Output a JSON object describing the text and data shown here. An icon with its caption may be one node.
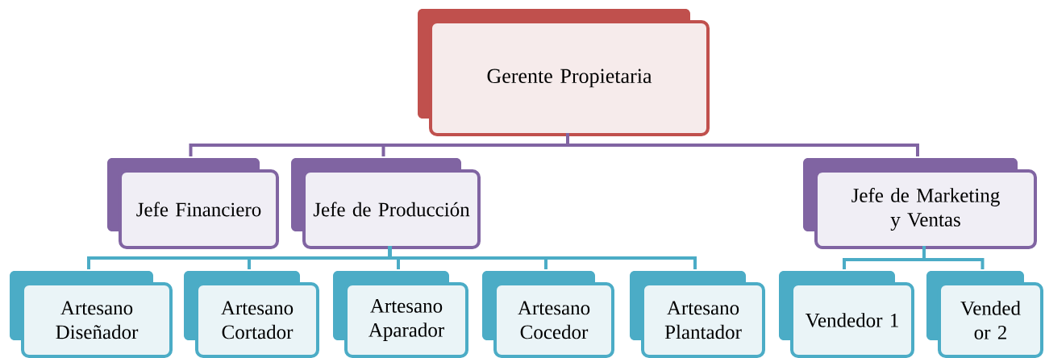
{
  "diagram": {
    "nodes": [
      {
        "text": [
          "Gerente Propietaria"
        ]
      },
      {
        "text": [
          "Jefe Financiero"
        ]
      },
      {
        "text": [
          "Jefe de Producción"
        ]
      },
      {
        "text": [
          "Jefe de Marketing y Ventas"
        ]
      },
      {
        "text": [
          "Artesano Diseñador"
        ]
      },
      {
        "text": [
          "Artesano Cortador"
        ]
      },
      {
        "text": [
          "Artesano Aparador"
        ]
      },
      {
        "text": [
          "Artesano Cocedor"
        ]
      },
      {
        "text": [
          "Artesano Plantador"
        ]
      },
      {
        "text": [
          "Vendedor 1"
        ]
      },
      {
        "text": [
          "Vended or 2"
        ]
      }
    ],
    "edges": [
      {
        "from": 0,
        "to": 1,
        "arrow": "none",
        "color": "#8064a2"
      },
      {
        "from": 0,
        "to": 2,
        "arrow": "none",
        "color": "#8064a2"
      },
      {
        "from": 0,
        "to": 3,
        "arrow": "none",
        "color": "#8064a2"
      },
      {
        "from": 2,
        "to": 4,
        "arrow": "none"
      },
      {
        "from": 2,
        "to": 5,
        "arrow": "none"
      },
      {
        "from": 2,
        "to": 6,
        "arrow": "none"
      },
      {
        "from": 2,
        "to": 7,
        "arrow": "none"
      },
      {
        "from": 2,
        "to": 8,
        "arrow": "none"
      },
      {
        "from": 3,
        "to": 9,
        "arrow": "none"
      },
      {
        "from": 3,
        "to": 10,
        "arrow": "none"
      }
    ]
  }
}
